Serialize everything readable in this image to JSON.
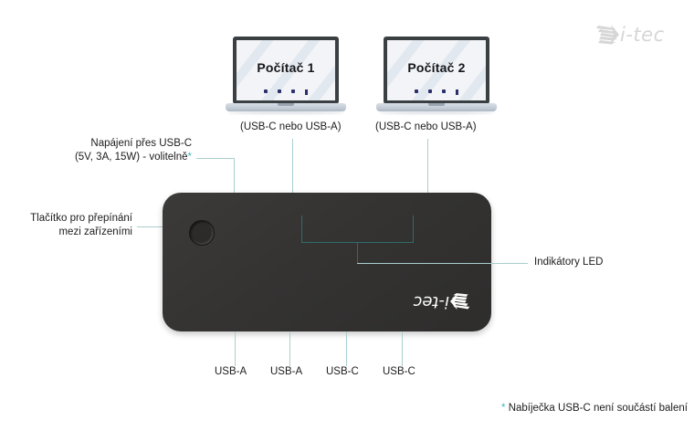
{
  "brand": {
    "name": "i-tec",
    "mark": "swoosh-arrow"
  },
  "device": {
    "logo_text": "i-tec",
    "button_name": "device-switch-button"
  },
  "computers": [
    {
      "screen_title": "Počítač 1",
      "connection_label": "(USB-C nebo USB-A)"
    },
    {
      "screen_title": "Počítač 2",
      "connection_label": "(USB-C nebo USB-A)"
    }
  ],
  "callouts": {
    "power": {
      "line1": "Napájení přes USB-C",
      "line2": "(5V, 3A, 15W) - volitelně",
      "asterisk": "*"
    },
    "switch_button": {
      "line1": "Tlačítko pro přepínání",
      "line2": "mezi zařízeními"
    },
    "led": {
      "label": "Indikátory LED"
    }
  },
  "ports": [
    {
      "label": "USB-A"
    },
    {
      "label": "USB-A"
    },
    {
      "label": "USB-C"
    },
    {
      "label": "USB-C"
    }
  ],
  "footnote": {
    "asterisk": "*",
    "text": "Nabíječka USB-C není součástí balení"
  },
  "colors": {
    "accent_line": "#a8cfcd",
    "accent_asterisk": "#3fb7bd",
    "device_body": "#343332",
    "logo_gray": "#d6d6d6"
  }
}
